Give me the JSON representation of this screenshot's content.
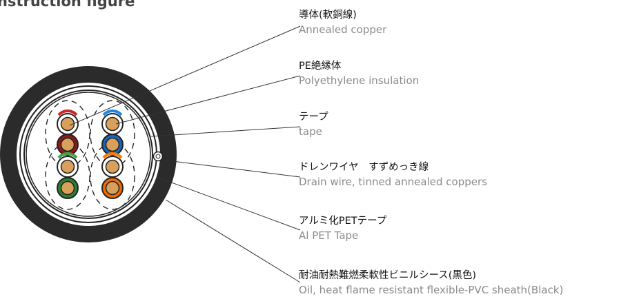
{
  "figure": {
    "title": "nstruction figure"
  },
  "callouts": [
    {
      "jp": "導体(軟銅線)",
      "en": "Annealed copper"
    },
    {
      "jp": "PE絶縁体",
      "en": "Polyethylene insulation"
    },
    {
      "jp": "テープ",
      "en": "tape"
    },
    {
      "jp": "ドレンワイヤ　すずめっき線",
      "en": "Drain wire, tinned annealed coppers"
    },
    {
      "jp": "アルミ化PETテープ",
      "en": "Al PET Tape"
    },
    {
      "jp": "耐油耐熱難燃柔軟性ビニルシース(黒色)",
      "en": "Oil, heat flame resistant flexible-PVC sheath(Black)"
    }
  ],
  "pairs": [
    {
      "name": "pair-1",
      "colors": [
        "#ffffff",
        "#8b1a1a"
      ],
      "stripe": "#c62828"
    },
    {
      "name": "pair-2",
      "colors": [
        "#ffffff",
        "#1565c0"
      ],
      "stripe": "#1e88e5"
    },
    {
      "name": "pair-3",
      "colors": [
        "#ffffff",
        "#2e7d32"
      ],
      "stripe": "#43a047"
    },
    {
      "name": "pair-4",
      "colors": [
        "#ffffff",
        "#ef6c00"
      ],
      "stripe": "#f57c00"
    }
  ],
  "colors": {
    "sheath": "#2b2b2b",
    "conductor": "#d9a05b",
    "leader": "#333333"
  }
}
